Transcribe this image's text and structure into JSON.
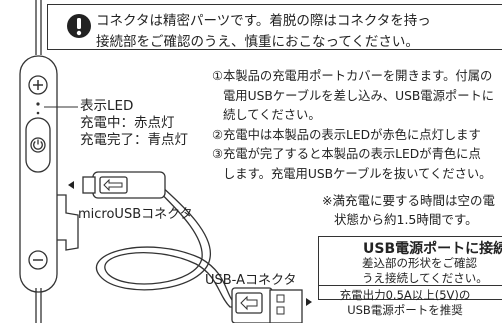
{
  "warning": {
    "icon": "exclamation-icon",
    "line1": "コネクタは精密パーツです。着脱の際はコネクタを持っ",
    "line2": "接続部をご確認のうえ、慎重におこなってください。"
  },
  "led": {
    "title": "表示LED",
    "charging": "充電中：赤点灯",
    "complete": "充電完了：青点灯"
  },
  "steps": {
    "s1_l1": "①本製品の充電用ポートカバーを開きます。付属の",
    "s1_l2": "電用USBケーブルを差し込み、USB電源ポートに",
    "s1_l3": "続してください。",
    "s2": "②充電中は本製品の表示LEDが赤色に点灯します",
    "s3_l1": "③充電が完了すると本製品の表示LEDが青色に点",
    "s3_l2": "します。充電用USBケーブルを抜いてください。"
  },
  "note": {
    "l1": "※満充電に要する時間は空の電",
    "l2": "状態から約1.5時間です。"
  },
  "labels": {
    "micro_usb": "microUSBコネクタ",
    "usb_a": "USB-Aコネクタ"
  },
  "usb_port": {
    "title": "USB電源ポートに接続",
    "desc1": "差込部の形状をご確認",
    "desc2": "うえ接続してください。"
  },
  "recommend": {
    "l1": "充電出力0.5A以上(5V)の",
    "l2": "USB電源ポートを推奨"
  }
}
